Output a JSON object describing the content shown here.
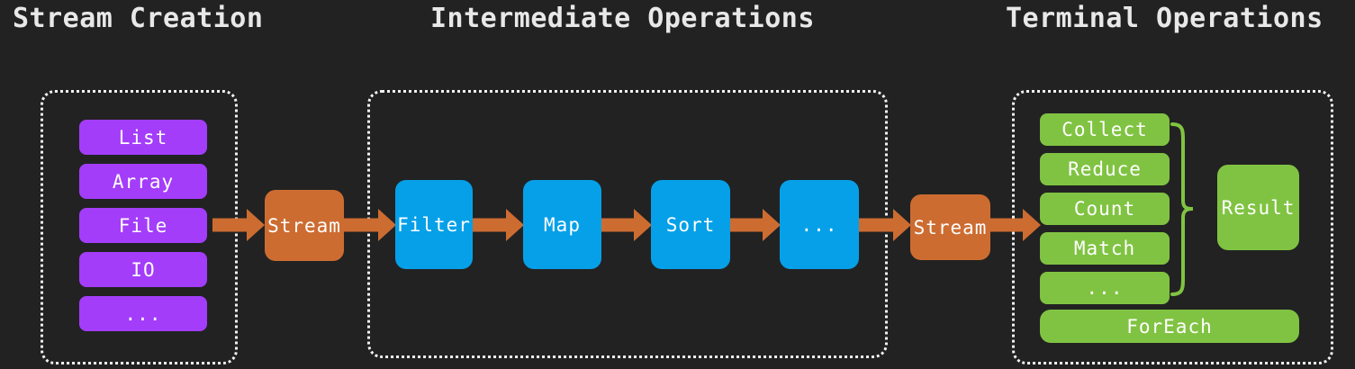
{
  "background_color": "#222222",
  "palette": {
    "purple": "#a33dfa",
    "blue": "#06a0e8",
    "orange": "#cd6c31",
    "green": "#80c342",
    "dotted_border": "#f2f2f2",
    "text": "#ffffff",
    "heading": "#e8e8e8"
  },
  "headings": {
    "creation": "Stream Creation",
    "intermediate": "Intermediate Operations",
    "terminal": "Terminal Operations"
  },
  "creation": {
    "sources": [
      {
        "label": "List"
      },
      {
        "label": "Array"
      },
      {
        "label": "File"
      },
      {
        "label": "IO"
      },
      {
        "label": "..."
      }
    ],
    "stream_label": "Stream"
  },
  "intermediate": {
    "operations": [
      {
        "label": "Filter"
      },
      {
        "label": "Map"
      },
      {
        "label": "Sort"
      },
      {
        "label": "..."
      }
    ],
    "stream_label": "Stream"
  },
  "terminal": {
    "operations": [
      {
        "label": "Collect"
      },
      {
        "label": "Reduce"
      },
      {
        "label": "Count"
      },
      {
        "label": "Match"
      },
      {
        "label": "..."
      }
    ],
    "foreach_label": "ForEach",
    "result_label": "Result"
  }
}
